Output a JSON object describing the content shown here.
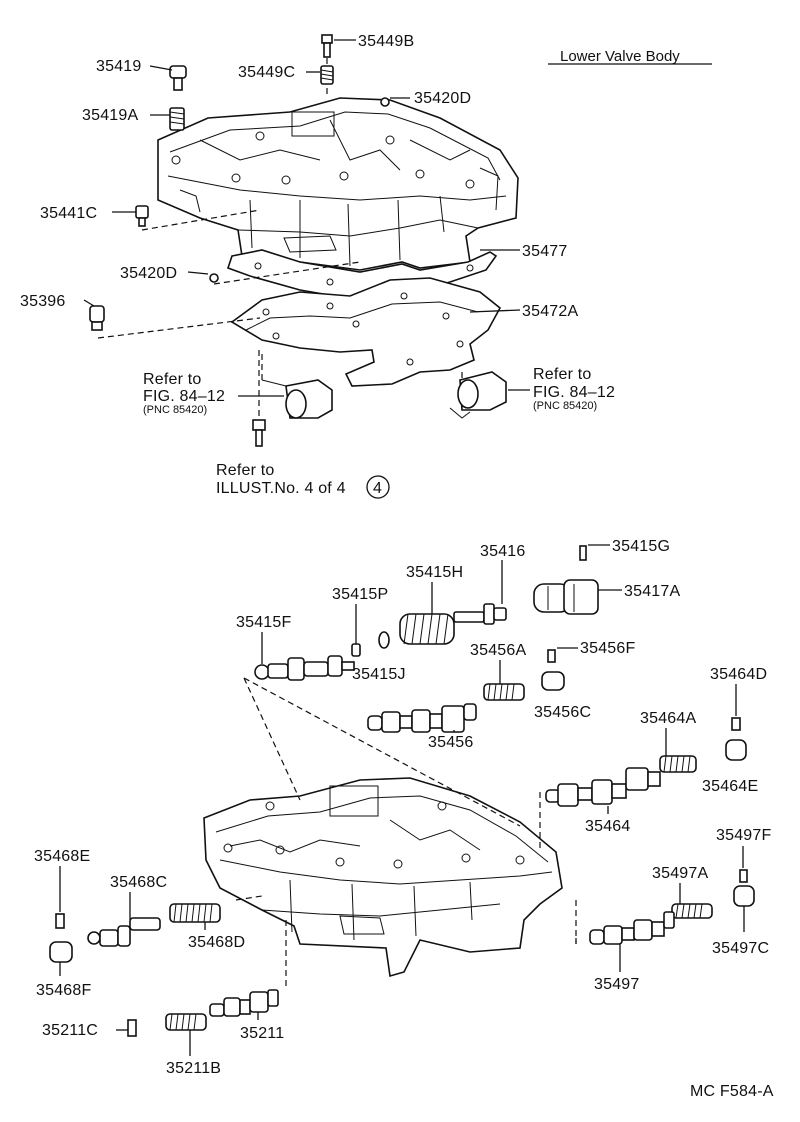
{
  "title": "Lower Valve Body",
  "figure_code": "MC F584-A",
  "upper_labels": {
    "p35449B": "35449B",
    "p35419": "35419",
    "p35449C": "35449C",
    "p35420D_top": "35420D",
    "p35419A": "35419A",
    "p35441C": "35441C",
    "p35477": "35477",
    "p35420D_mid": "35420D",
    "p35396": "35396",
    "p35472A": "35472A"
  },
  "references": {
    "left": {
      "line1": "Refer to",
      "line2": "FIG. 84–12",
      "pnc": "(PNC 85420)"
    },
    "right": {
      "line1": "Refer to",
      "line2": "FIG. 84–12",
      "pnc": "(PNC 85420)"
    },
    "illust": {
      "line1": "Refer to",
      "line2": "ILLUST.No. 4 of 4",
      "circled": "4"
    }
  },
  "lower_labels": {
    "p35416": "35416",
    "p35415G": "35415G",
    "p35415H": "35415H",
    "p35417A": "35417A",
    "p35415P": "35415P",
    "p35415F": "35415F",
    "p35415J": "35415J",
    "p35456A": "35456A",
    "p35456F": "35456F",
    "p35456C": "35456C",
    "p35456": "35456",
    "p35464D": "35464D",
    "p35464A": "35464A",
    "p35464E": "35464E",
    "p35464": "35464",
    "p35497F": "35497F",
    "p35468E": "35468E",
    "p35468C": "35468C",
    "p35497A": "35497A",
    "p35468D": "35468D",
    "p35497C": "35497C",
    "p35468F": "35468F",
    "p35497": "35497",
    "p35211C": "35211C",
    "p35211": "35211",
    "p35211B": "35211B"
  },
  "icons": [
    "bolt-icon",
    "spring-icon",
    "plug-icon",
    "check-ball-icon",
    "solenoid-icon",
    "valve-spool-icon",
    "retainer-pin-icon",
    "sleeve-icon"
  ]
}
